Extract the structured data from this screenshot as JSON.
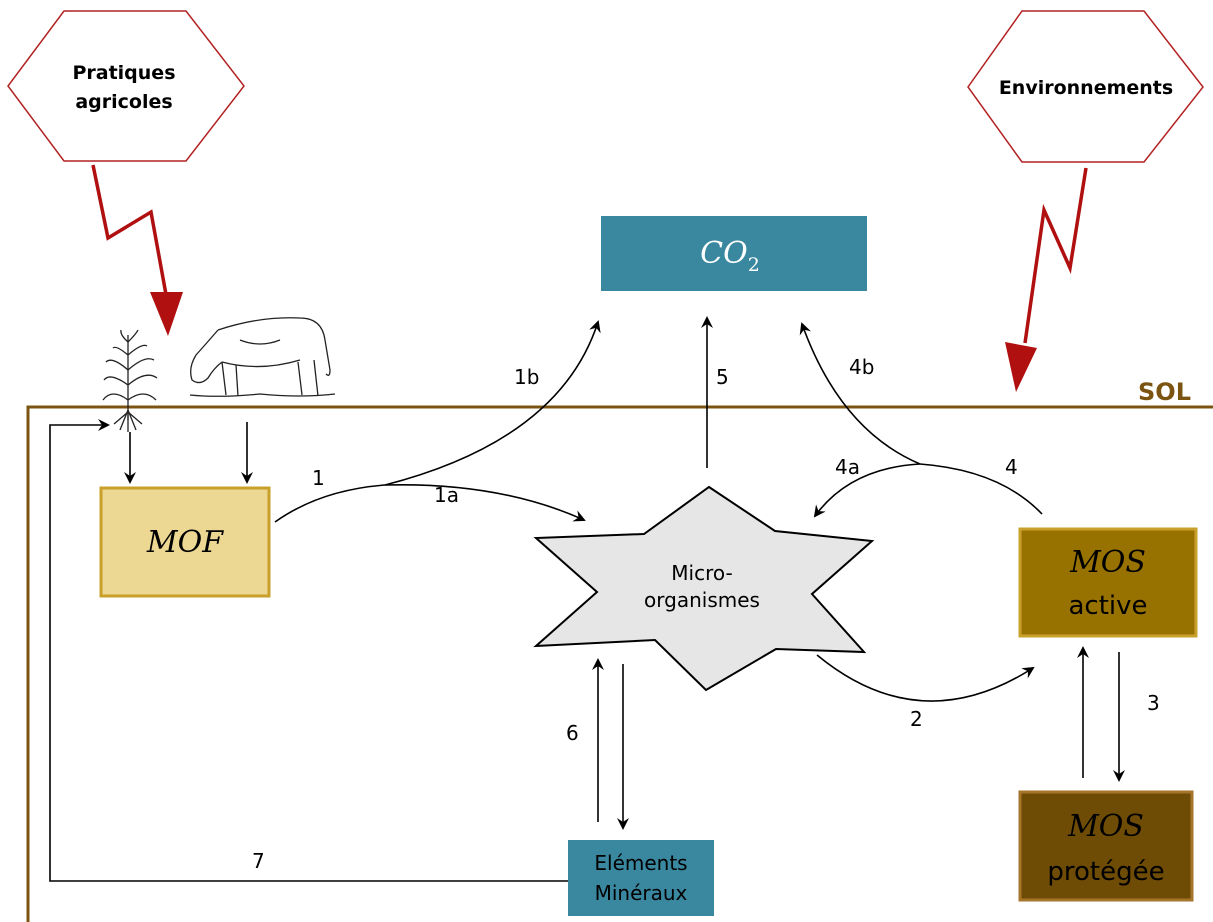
{
  "hexagons": {
    "pratiques": {
      "line1": "Pratiques",
      "line2": "agricoles"
    },
    "environnements": {
      "label": "Environnements"
    }
  },
  "sol_label": "SOL",
  "co2": {
    "main": "CO",
    "sub": "2"
  },
  "mof": "MOF",
  "microorganismes": {
    "line1": "Micro-",
    "line2": "organismes"
  },
  "mos_active": {
    "line1": "MOS",
    "line2": "active"
  },
  "mos_protegee": {
    "line1": "MOS",
    "line2": "protégée"
  },
  "elements_mineraux": {
    "line1": "Eléments",
    "line2": "Minéraux"
  },
  "flow_labels": {
    "f1": "1",
    "f1a": "1a",
    "f1b": "1b",
    "f2": "2",
    "f3": "3",
    "f4": "4",
    "f4a": "4a",
    "f4b": "4b",
    "f5": "5",
    "f6": "6",
    "f7": "7"
  },
  "colors": {
    "hexagon_stroke": "#b22222",
    "lightning": "#b01010",
    "sol_line": "#7a5410",
    "co2_fill": "#3a87a0",
    "mof_fill": "#ecd893",
    "mof_stroke": "#c9a12a",
    "mos_active_fill": "#987200",
    "mos_active_stroke": "#c9a12a",
    "mos_protegee_fill": "#6e4c06",
    "mos_protegee_stroke": "#a6742a",
    "micro_fill": "#e6e6e6",
    "elements_fill": "#3a87a0"
  }
}
